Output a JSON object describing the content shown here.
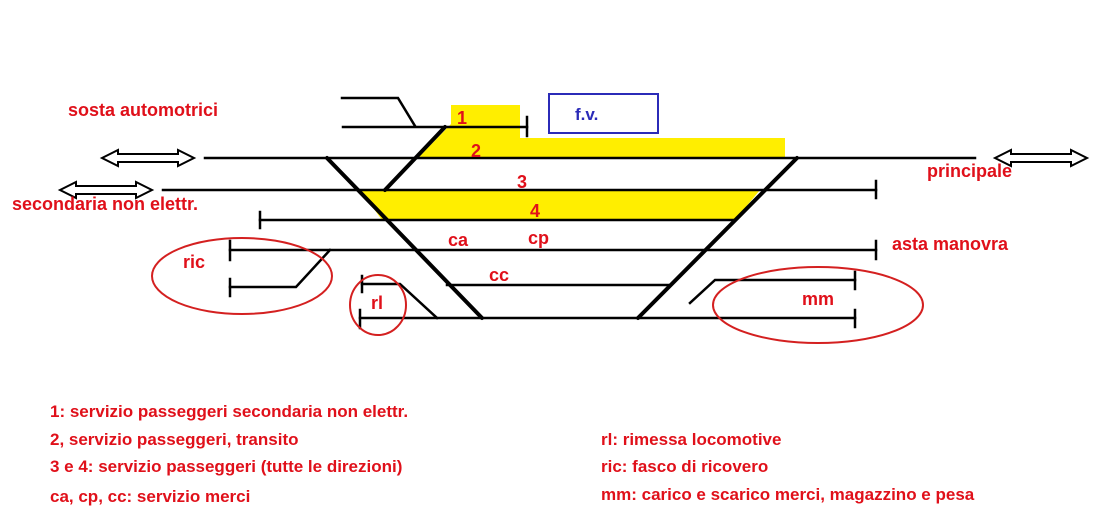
{
  "labels": {
    "sosta_automotrici": "sosta automotrici",
    "fv": "f.v.",
    "principale": "principale",
    "secondaria": "secondaria  non elettr.",
    "asta_manovra": "asta manovra",
    "ric": "ric",
    "rl": "rl",
    "mm": "mm",
    "ca": "ca",
    "cp": "cp",
    "cc": "cc",
    "track_1": "1",
    "track_2": "2",
    "track_3": "3",
    "track_4": "4"
  },
  "legend_left": [
    "1: servizio passeggeri secondaria non elettr.",
    "2, servizio passeggeri, transito",
    "3 e 4:  servizio passeggeri (tutte le direzioni)",
    "ca, cp, cc: servizio merci"
  ],
  "legend_right": [
    "rl: rimessa locomotive",
    "ric: fasco di ricovero",
    "mm: carico e scarico merci, magazzino e pesa"
  ],
  "colors": {
    "text": "#e0101a",
    "platform": "#ffee00",
    "track": "#000000",
    "building": "#2b2bb8",
    "circle": "#d42020"
  }
}
